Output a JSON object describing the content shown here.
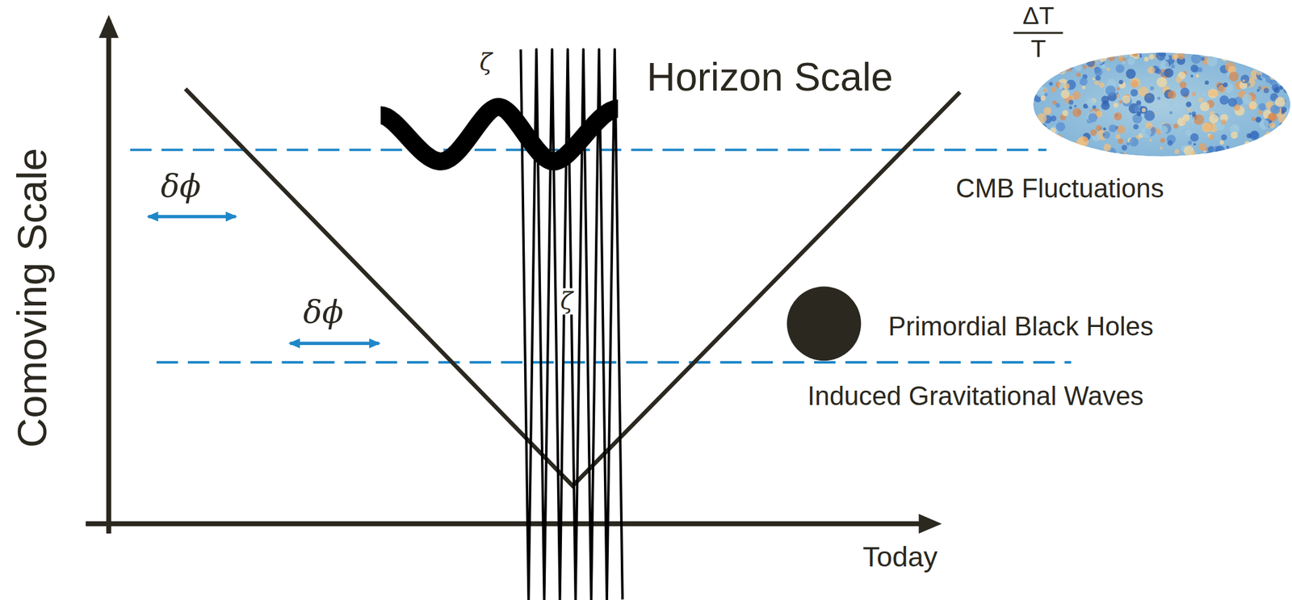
{
  "diagram": {
    "labels": [
      "Horizon Scale",
      "ζ",
      "ζ",
      "δϕ",
      "δϕ",
      "ΔT",
      "T",
      "CMB Fluctuations",
      "Primordial Black Holes",
      "Induced Gravitational Waves",
      "Comoving Scale",
      "Today"
    ]
  }
}
